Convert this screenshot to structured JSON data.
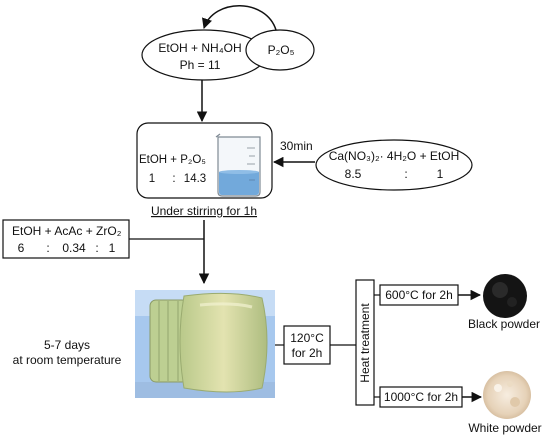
{
  "reactants_ellipse": {
    "line1": "EtOH + NH₄OH",
    "line2": "Ph = 11"
  },
  "p2o5_ellipse": {
    "label": "P₂O₅"
  },
  "mix_box": {
    "line1": "EtOH + P₂O₅",
    "ratio": [
      "1",
      ":",
      "14.3"
    ],
    "caption": "Under stirring for 1h"
  },
  "time_label": "30min",
  "calcium_ellipse": {
    "line1": "Ca(NO₃)₂· 4H₂O + EtOH",
    "ratio": [
      "8.5",
      ":",
      "1"
    ]
  },
  "zirconia_box": {
    "line1": "EtOH + AcAc + ZrO₂",
    "ratio": [
      "6",
      ":",
      "0.34",
      ":",
      "1"
    ]
  },
  "aging_text": {
    "line1": "5-7 days",
    "line2": "at room temperature"
  },
  "drying_box": {
    "line1": "120°C",
    "line2": "for 2h"
  },
  "heat_label": "Heat treatment",
  "branch_high": {
    "label": "600°C for 2h",
    "product": "Black powder"
  },
  "branch_low": {
    "label": "1000°C for 2h",
    "product": "White powder"
  },
  "colors": {
    "liquid_blue": "#5b9bd5",
    "sol_yellow": "#d8d9a0",
    "black_powder": "#141414",
    "white_powder": "#efe0cc"
  }
}
